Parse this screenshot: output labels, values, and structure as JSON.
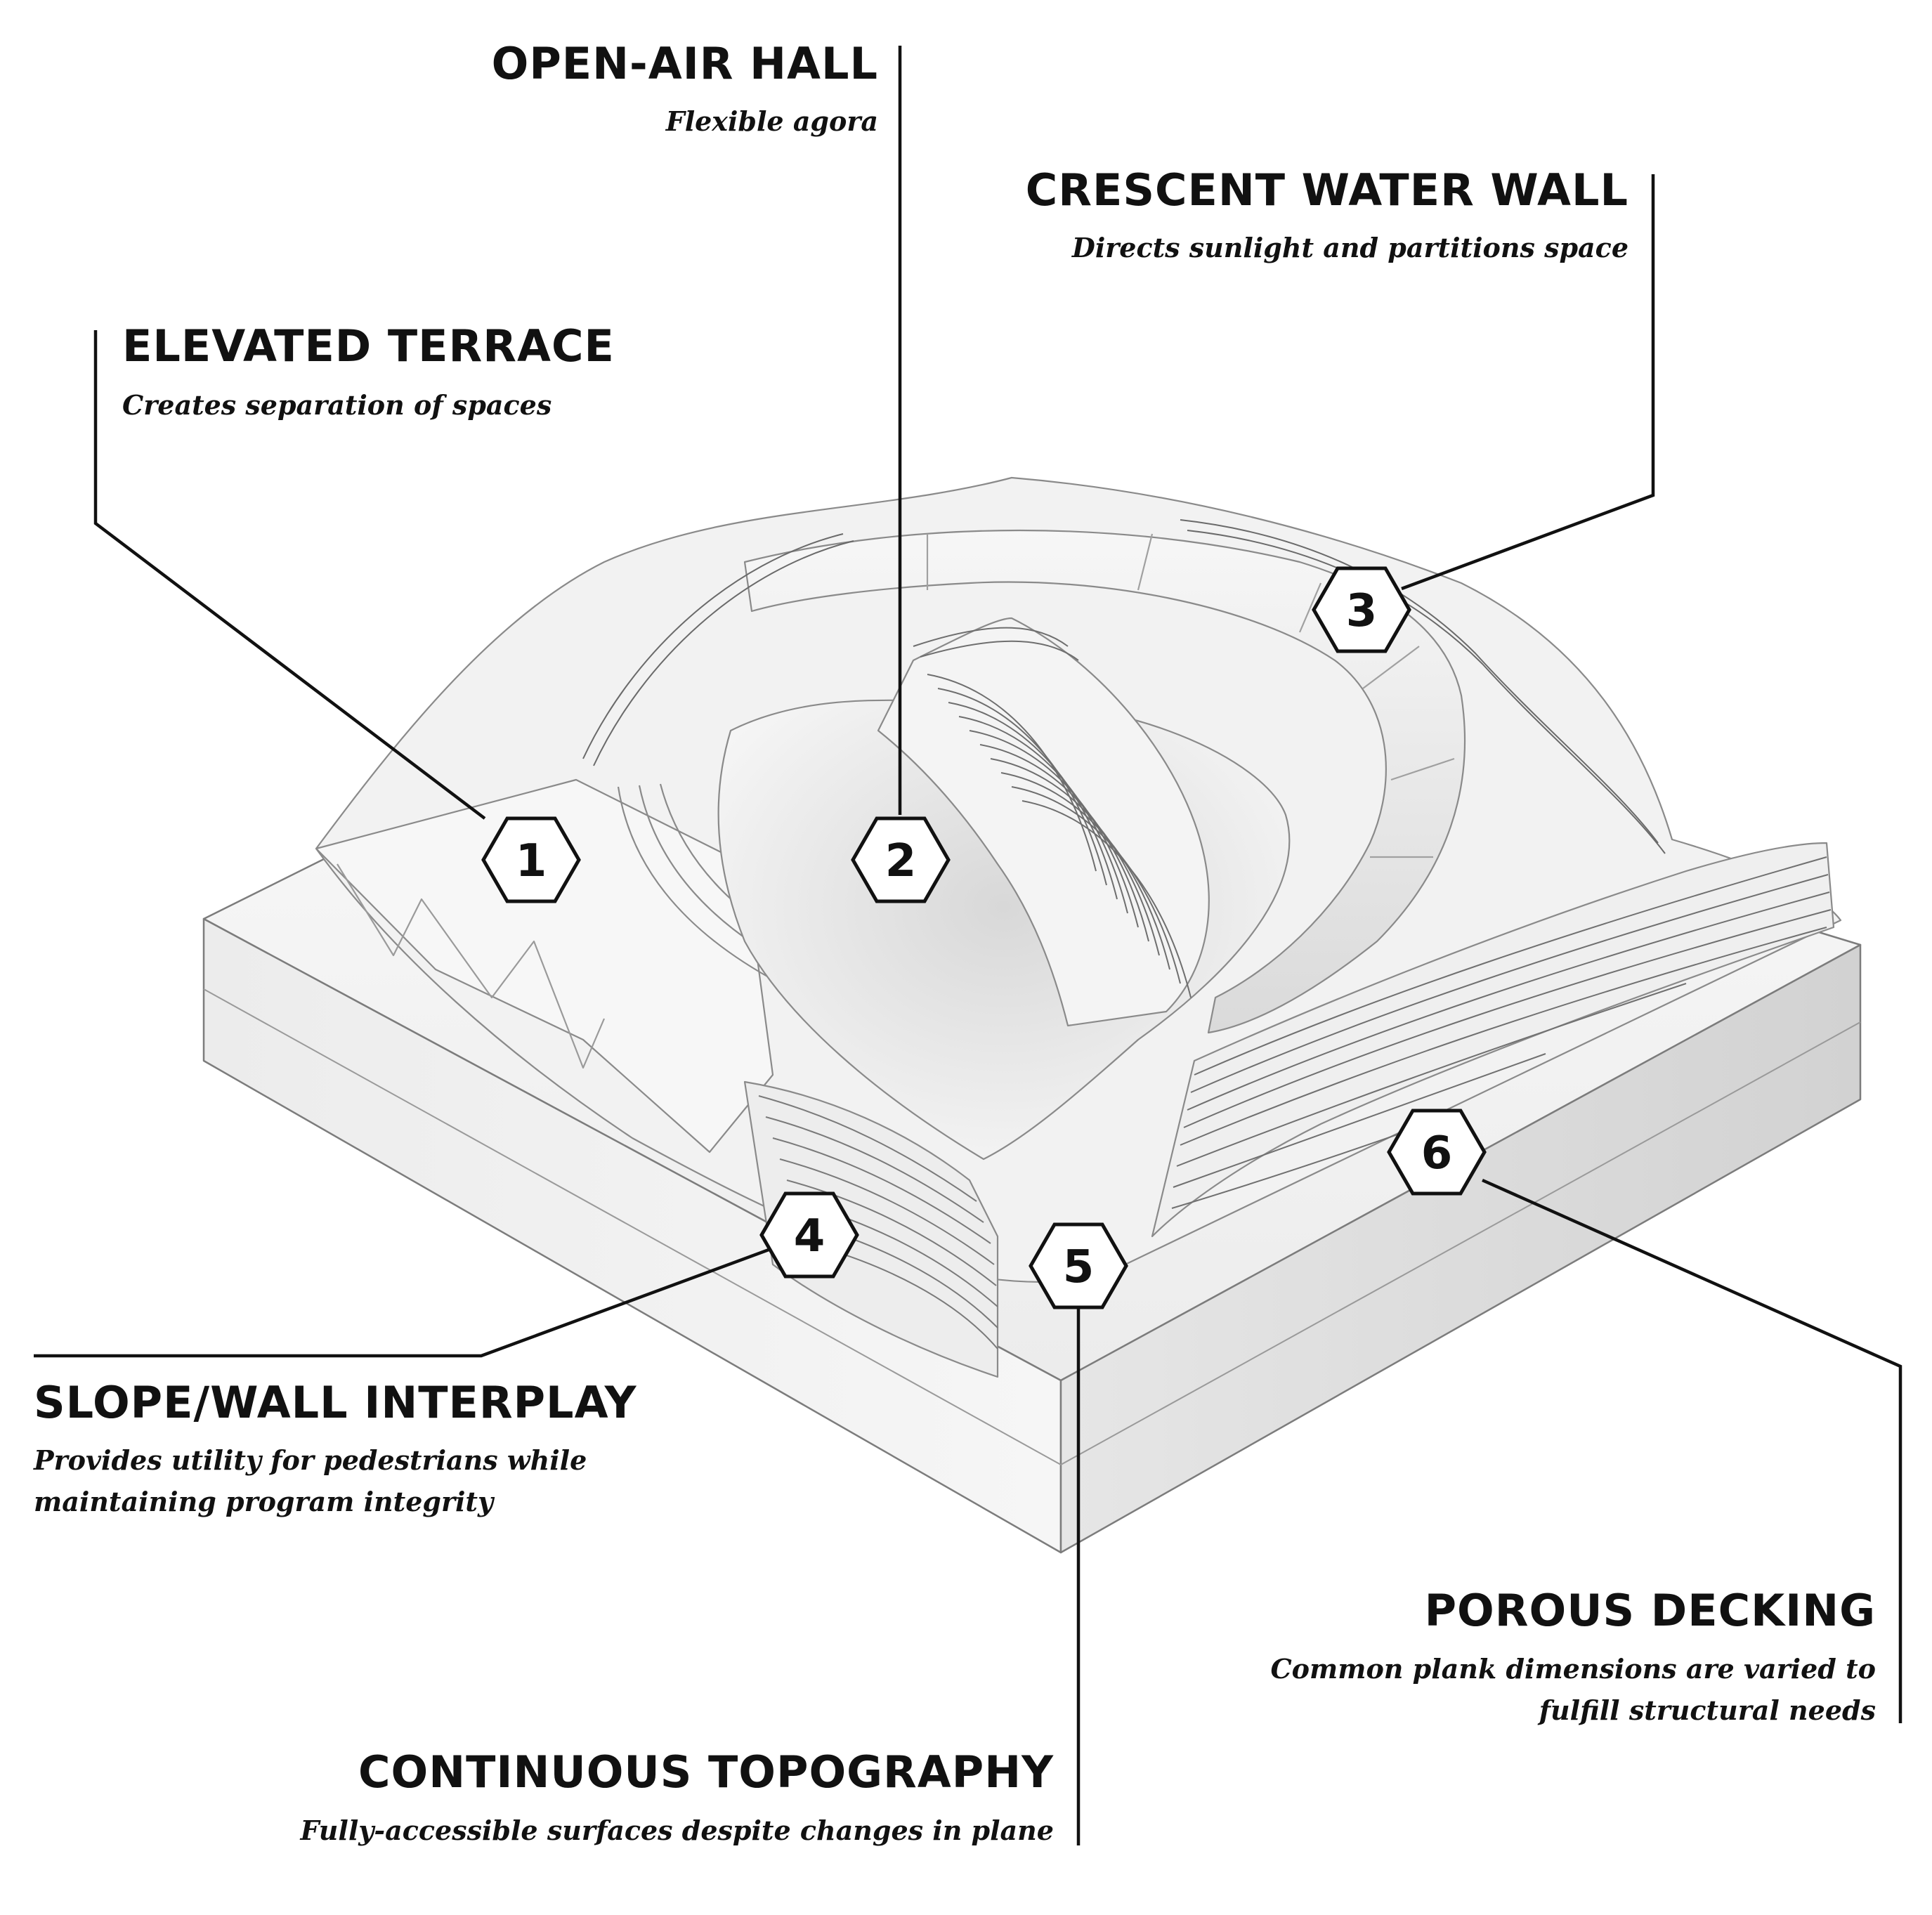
{
  "callouts": [
    {
      "number": "1",
      "title": "ELEVATED TERRACE",
      "description": "Creates separation of spaces"
    },
    {
      "number": "2",
      "title": "OPEN-AIR HALL",
      "description": "Flexible agora"
    },
    {
      "number": "3",
      "title": "CRESCENT WATER WALL",
      "description": "Directs sunlight and partitions space"
    },
    {
      "number": "4",
      "title": "SLOPE/WALL INTERPLAY",
      "description_lines": [
        "Provides utility for pedestrians while",
        "maintaining program integrity"
      ]
    },
    {
      "number": "5",
      "title": "CONTINUOUS TOPOGRAPHY",
      "description": "Fully-accessible surfaces despite changes in plane"
    },
    {
      "number": "6",
      "title": "POROUS DECKING",
      "description_lines": [
        "Common plank dimensions are varied to",
        "fulfill structural needs"
      ]
    }
  ],
  "colors": {
    "ink": "#111111",
    "surface_light": "#f4f4f4",
    "surface_mid": "#e2e2e2",
    "surface_dark": "#cfcfcf",
    "line": "#8a8a8a"
  }
}
